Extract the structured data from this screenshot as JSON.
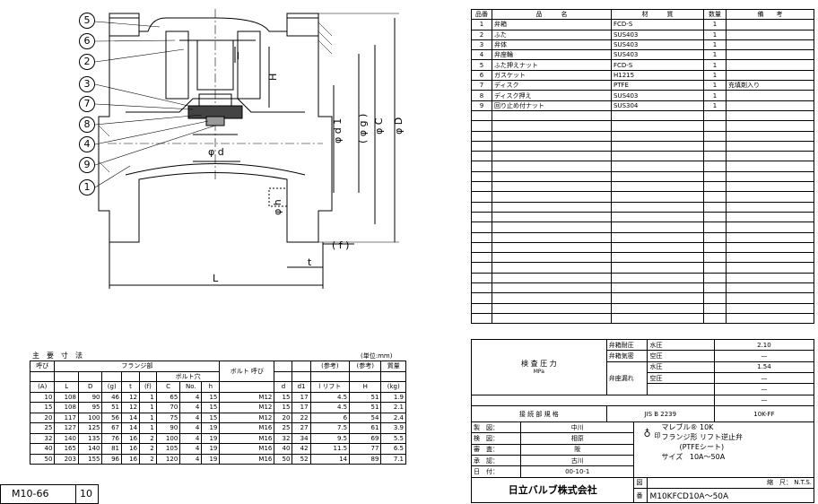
{
  "callouts": [
    "5",
    "6",
    "2",
    "3",
    "7",
    "8",
    "4",
    "9",
    "1"
  ],
  "dim_labels": {
    "H": "H",
    "L": "L",
    "t": "t",
    "f": "( f )",
    "d1": "φ d 1",
    "g": "( φ g )",
    "C": "φ C",
    "D": "φ D",
    "d": "φ d",
    "h": "φ h",
    "l": "l"
  },
  "dims": {
    "title": "主　要　寸　法",
    "unit": "(単位:mm)",
    "h_yobi": "呼び",
    "h_flange": "フランジ部",
    "h_bolthole": "ボルト穴",
    "h_bolt": "ボルト 呼び",
    "h_ref1": "(参考)",
    "h_ref2": "(参考)",
    "h_mass": "質量",
    "sub": [
      "(A)",
      "L",
      "D",
      "(g)",
      "t",
      "(f)",
      "C",
      "No.",
      "h",
      "",
      "d",
      "d1",
      "l リフト",
      "H",
      "(kg)"
    ],
    "rows": [
      [
        "10",
        "108",
        "90",
        "46",
        "12",
        "1",
        "65",
        "4",
        "15",
        "M12",
        "15",
        "17",
        "4.5",
        "51",
        "1.9"
      ],
      [
        "15",
        "108",
        "95",
        "51",
        "12",
        "1",
        "70",
        "4",
        "15",
        "M12",
        "15",
        "17",
        "4.5",
        "51",
        "2.1"
      ],
      [
        "20",
        "117",
        "100",
        "56",
        "14",
        "1",
        "75",
        "4",
        "15",
        "M12",
        "20",
        "22",
        "6",
        "54",
        "2.4"
      ],
      [
        "25",
        "127",
        "125",
        "67",
        "14",
        "1",
        "90",
        "4",
        "19",
        "M16",
        "25",
        "27",
        "7.5",
        "61",
        "3.9"
      ],
      [
        "32",
        "140",
        "135",
        "76",
        "16",
        "2",
        "100",
        "4",
        "19",
        "M16",
        "32",
        "34",
        "9.5",
        "69",
        "5.5"
      ],
      [
        "40",
        "165",
        "140",
        "81",
        "16",
        "2",
        "105",
        "4",
        "19",
        "M16",
        "40",
        "42",
        "11.5",
        "77",
        "6.5"
      ],
      [
        "50",
        "203",
        "155",
        "96",
        "16",
        "2",
        "120",
        "4",
        "19",
        "M16",
        "50",
        "52",
        "14",
        "89",
        "7.1"
      ]
    ]
  },
  "parts": {
    "headers": [
      "品番",
      "品　　　名",
      "材　　　質",
      "数量",
      "備　　考"
    ],
    "rows": [
      [
        "1",
        "弁箱",
        "FCD-S",
        "1",
        ""
      ],
      [
        "2",
        "ふた",
        "SUS403",
        "1",
        ""
      ],
      [
        "3",
        "弁体",
        "SUS403",
        "1",
        ""
      ],
      [
        "4",
        "弁座輪",
        "SUS403",
        "1",
        ""
      ],
      [
        "5",
        "ふた押えナット",
        "FCD-S",
        "1",
        ""
      ],
      [
        "6",
        "ガスケット",
        "H1215",
        "1",
        ""
      ],
      [
        "7",
        "ディスク",
        "PTFE",
        "1",
        "充填剤入り"
      ],
      [
        "8",
        "ディスク押え",
        "SUS403",
        "1",
        ""
      ],
      [
        "9",
        "回り止め付ナット",
        "SUS304",
        "1",
        ""
      ]
    ]
  },
  "inspection": {
    "label": "検 査 圧 力",
    "unit": "MPa",
    "items": [
      "弁箱耐圧",
      "弁箱気密",
      "弁座漏れ"
    ],
    "kinds": [
      "水圧",
      "空圧",
      "水圧",
      "空圧"
    ],
    "values": [
      "2.10",
      "—",
      "1.54",
      "—",
      "—",
      "—"
    ]
  },
  "connection": {
    "label": "接 続 部 規 格",
    "std": "JIS B 2239",
    "spec": "10K-FF"
  },
  "approvals": [
    [
      "製　図：",
      "中川"
    ],
    [
      "検　図：",
      "相原"
    ],
    [
      "審　査：",
      "阪"
    ],
    [
      "承　認：",
      "古川"
    ],
    [
      "日　付：",
      "00-10-1"
    ]
  ],
  "product": {
    "brand": "マレブル® 10K",
    "type": "フランジ形 リフト逆止弁",
    "seat": "(PTFEシート)",
    "size_label": "サイズ",
    "size": "10A〜50A",
    "mark": "印"
  },
  "scale": {
    "label": "縮　尺：",
    "value": "N.T.S."
  },
  "company": "日立バルブ株式会社",
  "drawing_no": {
    "label1": "図",
    "label2": "番",
    "value": "M10KFCD10A〜50A"
  },
  "page_id": "M10-66",
  "page_num": "10"
}
